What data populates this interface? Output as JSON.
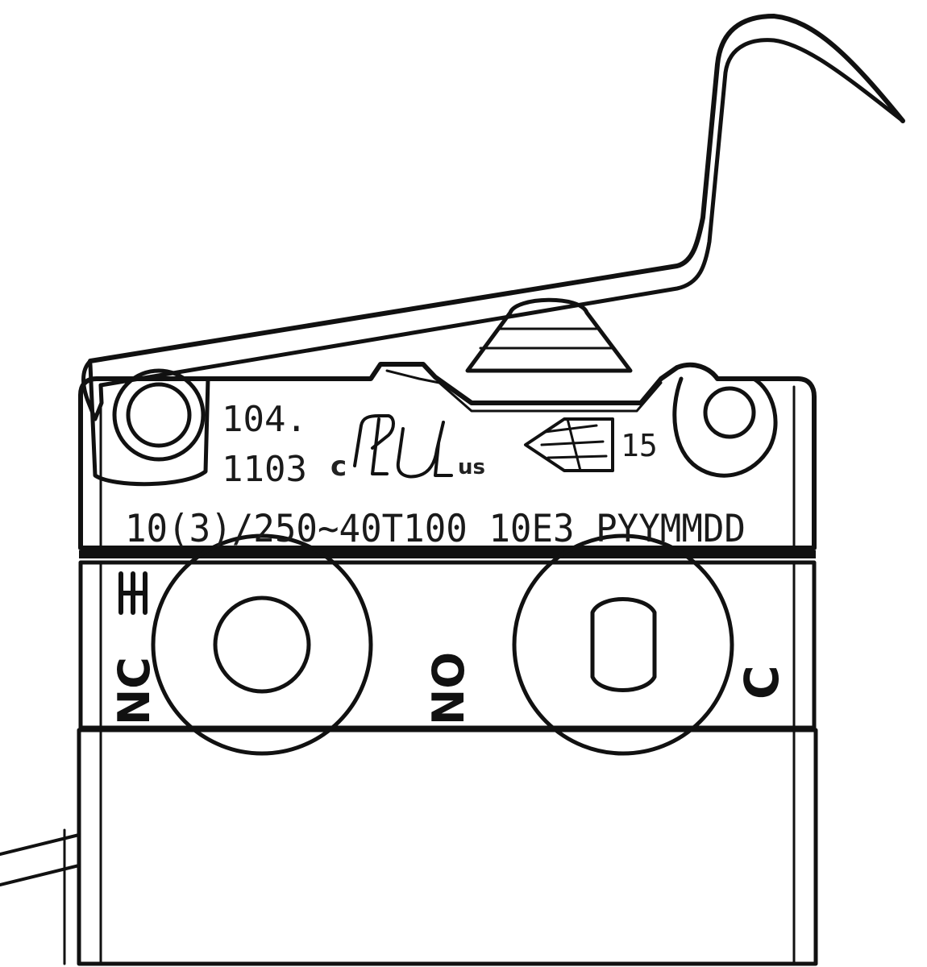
{
  "part_number": {
    "line1": "104.",
    "line2": "1103"
  },
  "rating_text": "10(3)/250~40T100 10E3 PYYMMDD",
  "cert_marks": {
    "ul_prefix": "c",
    "ul_suffix": "us",
    "enec_number": "15"
  },
  "terminals": {
    "nc": "NC",
    "no": "NO",
    "c": "C"
  },
  "colors": {
    "line": "#111111",
    "background": "#ffffff"
  },
  "icons": [
    "ul-recognized-mark-icon",
    "enec-mark-icon"
  ]
}
